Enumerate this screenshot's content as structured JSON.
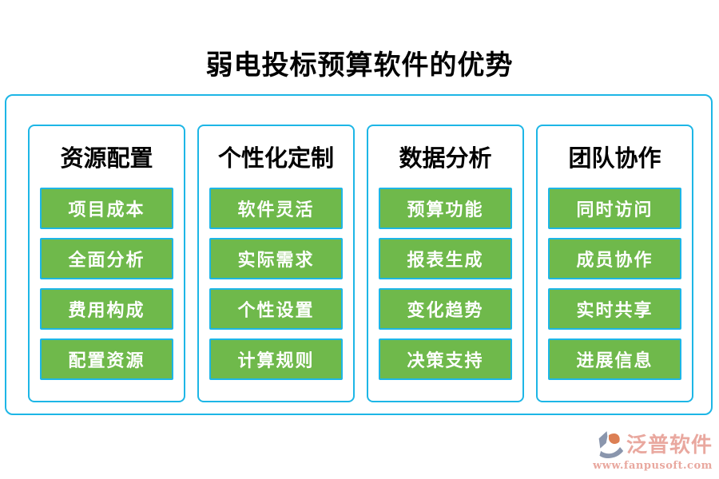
{
  "title": "弱电投标预算软件的优势",
  "columns": [
    {
      "header": "资源配置",
      "items": [
        "项目成本",
        "全面分析",
        "费用构成",
        "配置资源"
      ]
    },
    {
      "header": "个性化定制",
      "items": [
        "软件灵活",
        "实际需求",
        "个性设置",
        "计算规则"
      ]
    },
    {
      "header": "数据分析",
      "items": [
        "预算功能",
        "报表生成",
        "变化趋势",
        "决策支持"
      ]
    },
    {
      "header": "团队协作",
      "items": [
        "同时访问",
        "成员协作",
        "实时共享",
        "进展信息"
      ]
    }
  ],
  "footer": {
    "brand": "泛普软件",
    "url": "www.fanpusoft.com"
  },
  "icons": {
    "logo": "fanpu-logo-icon"
  },
  "colors": {
    "accent_cyan": "#1db6e6",
    "button_green": "#6fb94b",
    "brand_salmon": "#e9a89f",
    "logo_gray": "#8a96ad",
    "logo_orange": "#dc7f54",
    "title_black": "#000000"
  }
}
